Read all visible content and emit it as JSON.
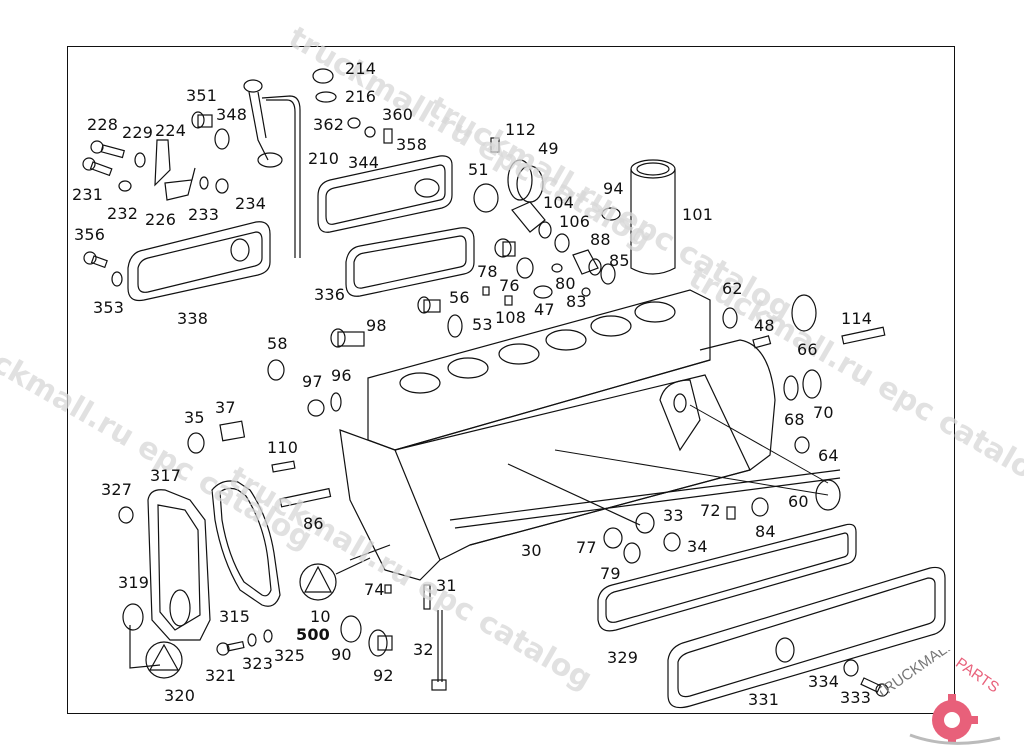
{
  "diagram": {
    "title": "Engine crankcase exploded parts diagram",
    "line_color": "#111111",
    "watermark_color": "#d8d8d8",
    "brand_color": "#e8607a"
  },
  "watermarks": [
    "truckmall.ru epc catalog",
    "truckmall.ru epc catalog",
    "truckmall.ru epc catalog",
    "truckmall.ru epc catalog",
    "truckmall.ru epc catalog"
  ],
  "logo": {
    "text_left": "TRUCKMALL",
    "text_right": "PARTS"
  },
  "callouts": [
    {
      "id": "214",
      "label": "214"
    },
    {
      "id": "216",
      "label": "216"
    },
    {
      "id": "351",
      "label": "351"
    },
    {
      "id": "348",
      "label": "348"
    },
    {
      "id": "228",
      "label": "228"
    },
    {
      "id": "229",
      "label": "229"
    },
    {
      "id": "224",
      "label": "224"
    },
    {
      "id": "362",
      "label": "362"
    },
    {
      "id": "360",
      "label": "360"
    },
    {
      "id": "358",
      "label": "358"
    },
    {
      "id": "210",
      "label": "210"
    },
    {
      "id": "344",
      "label": "344"
    },
    {
      "id": "112",
      "label": "112"
    },
    {
      "id": "49",
      "label": "49"
    },
    {
      "id": "51",
      "label": "51"
    },
    {
      "id": "231",
      "label": "231"
    },
    {
      "id": "232",
      "label": "232"
    },
    {
      "id": "226",
      "label": "226"
    },
    {
      "id": "233",
      "label": "233"
    },
    {
      "id": "234",
      "label": "234"
    },
    {
      "id": "94",
      "label": "94"
    },
    {
      "id": "101",
      "label": "101"
    },
    {
      "id": "104",
      "label": "104"
    },
    {
      "id": "106",
      "label": "106"
    },
    {
      "id": "88",
      "label": "88"
    },
    {
      "id": "356",
      "label": "356"
    },
    {
      "id": "85",
      "label": "85"
    },
    {
      "id": "78",
      "label": "78"
    },
    {
      "id": "76",
      "label": "76"
    },
    {
      "id": "80",
      "label": "80"
    },
    {
      "id": "336",
      "label": "336"
    },
    {
      "id": "56",
      "label": "56"
    },
    {
      "id": "83",
      "label": "83"
    },
    {
      "id": "47",
      "label": "47"
    },
    {
      "id": "353",
      "label": "353"
    },
    {
      "id": "338",
      "label": "338"
    },
    {
      "id": "108",
      "label": "108"
    },
    {
      "id": "53",
      "label": "53"
    },
    {
      "id": "62",
      "label": "62"
    },
    {
      "id": "98",
      "label": "98"
    },
    {
      "id": "48",
      "label": "48"
    },
    {
      "id": "114",
      "label": "114"
    },
    {
      "id": "58",
      "label": "58"
    },
    {
      "id": "66",
      "label": "66"
    },
    {
      "id": "97",
      "label": "97"
    },
    {
      "id": "96",
      "label": "96"
    },
    {
      "id": "35",
      "label": "35"
    },
    {
      "id": "37",
      "label": "37"
    },
    {
      "id": "68",
      "label": "68"
    },
    {
      "id": "70",
      "label": "70"
    },
    {
      "id": "110",
      "label": "110"
    },
    {
      "id": "64",
      "label": "64"
    },
    {
      "id": "317",
      "label": "317"
    },
    {
      "id": "327",
      "label": "327"
    },
    {
      "id": "60",
      "label": "60"
    },
    {
      "id": "86",
      "label": "86"
    },
    {
      "id": "72",
      "label": "72"
    },
    {
      "id": "33",
      "label": "33"
    },
    {
      "id": "84",
      "label": "84"
    },
    {
      "id": "77",
      "label": "77"
    },
    {
      "id": "34",
      "label": "34"
    },
    {
      "id": "30",
      "label": "30"
    },
    {
      "id": "79",
      "label": "79"
    },
    {
      "id": "319",
      "label": "319"
    },
    {
      "id": "74",
      "label": "74"
    },
    {
      "id": "31",
      "label": "31"
    },
    {
      "id": "315",
      "label": "315"
    },
    {
      "id": "10",
      "label": "10"
    },
    {
      "id": "500",
      "label": "500"
    },
    {
      "id": "90",
      "label": "90"
    },
    {
      "id": "32",
      "label": "32"
    },
    {
      "id": "329",
      "label": "329"
    },
    {
      "id": "321",
      "label": "321"
    },
    {
      "id": "323",
      "label": "323"
    },
    {
      "id": "325",
      "label": "325"
    },
    {
      "id": "92",
      "label": "92"
    },
    {
      "id": "320",
      "label": "320"
    },
    {
      "id": "334",
      "label": "334"
    },
    {
      "id": "333",
      "label": "333"
    },
    {
      "id": "331",
      "label": "331"
    }
  ]
}
